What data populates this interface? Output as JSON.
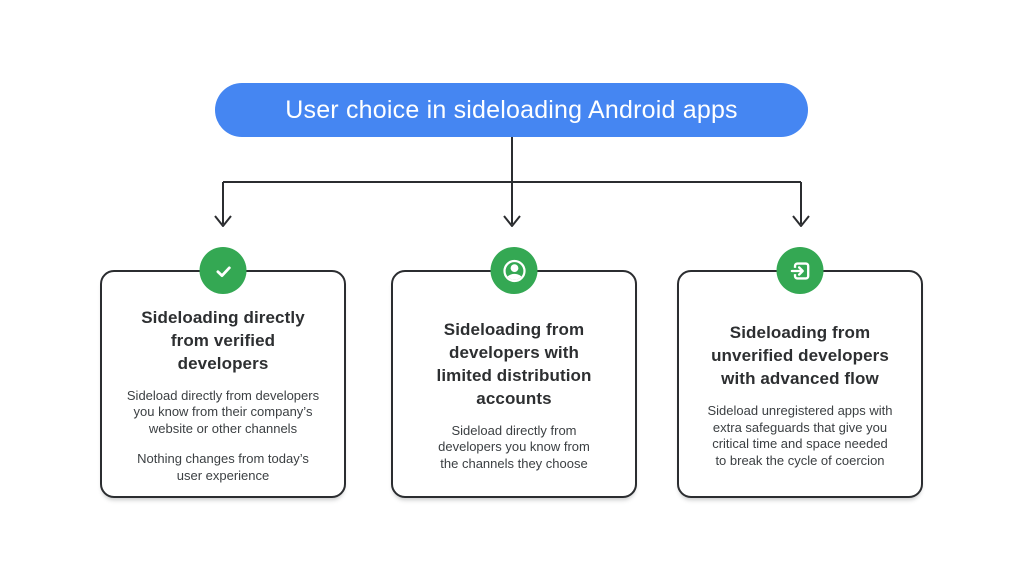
{
  "header": {
    "label": "User choice in sideloading Android apps"
  },
  "colors": {
    "header_blue": "#4586F2",
    "badge_green": "#34A853",
    "line_dark": "#2B2D30",
    "title_text": "#2D2F31",
    "body_text": "#3C4043",
    "background": "#FFFFFF"
  },
  "cards": [
    {
      "icon": "check-icon",
      "title": "Sideloading directly\nfrom verified\ndevelopers",
      "body1": "Sideload directly from developers\nyou know from their company’s\nwebsite or other channels",
      "body2": "Nothing changes from today’s\nuser experience"
    },
    {
      "icon": "account-circle-icon",
      "title": "Sideloading from\ndevelopers with\nlimited distribution\naccounts",
      "body1": "Sideload directly from\ndevelopers you know from\nthe channels they choose"
    },
    {
      "icon": "login-arrow-icon",
      "title": "Sideloading from\nunverified developers\nwith advanced flow",
      "body1": "Sideload unregistered apps with\nextra safeguards that give you\ncritical time and space needed\nto break the cycle of coercion"
    }
  ]
}
